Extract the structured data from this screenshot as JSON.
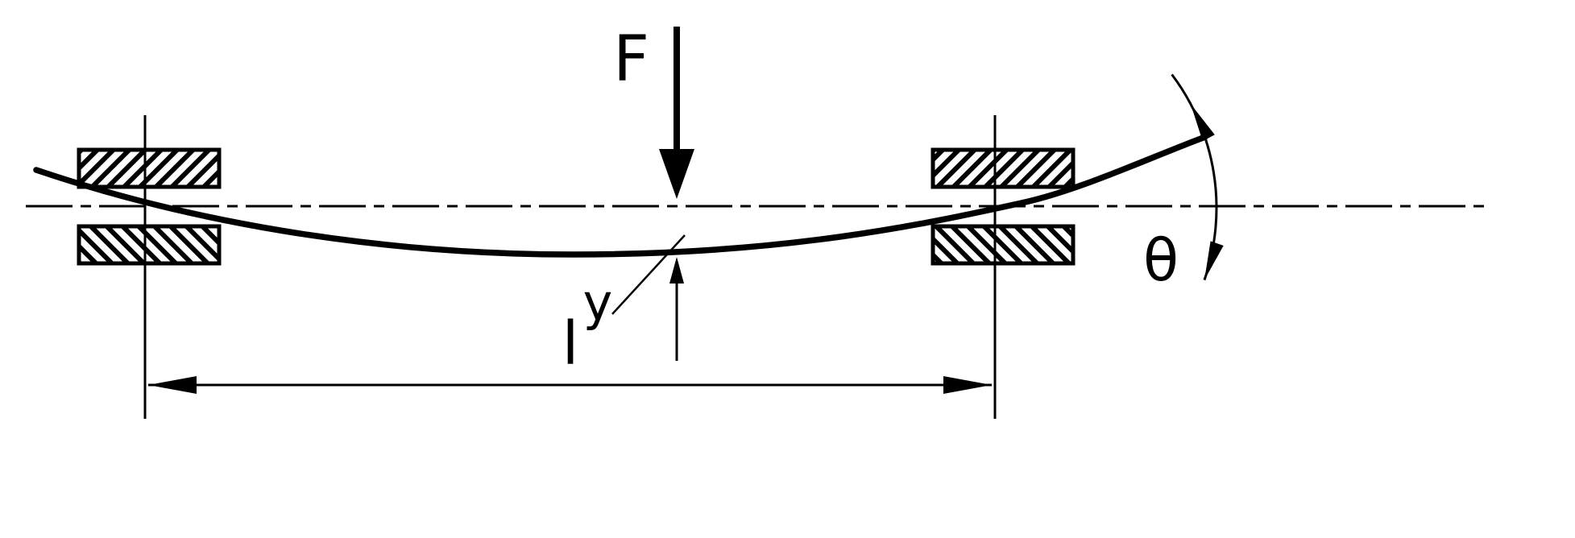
{
  "diagram": {
    "kind": "simply-supported-beam-deflection",
    "labels": {
      "force": "F",
      "deflection": "y",
      "span": "l",
      "slope_angle": "θ"
    },
    "colors": {
      "ink": "#000000",
      "background": "#ffffff"
    }
  }
}
